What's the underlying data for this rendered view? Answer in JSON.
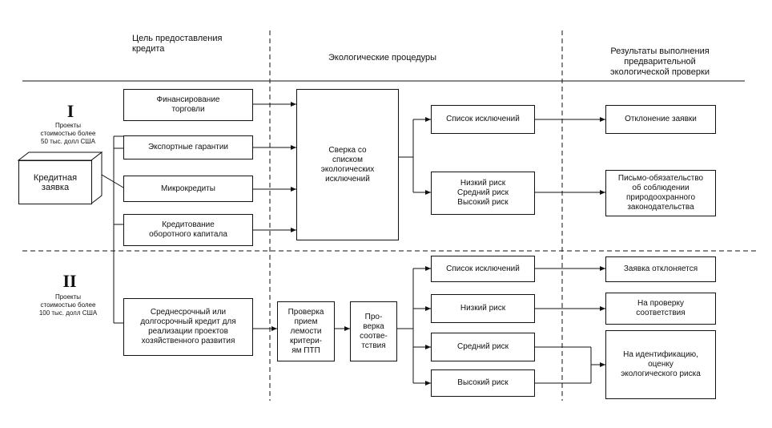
{
  "headers": {
    "col1": "Цель предоставления\nкредита",
    "col2": "Экологические процедуры",
    "col3": "Результаты выполнения\nпредварительной\nэкологической проверки"
  },
  "sections": {
    "I": {
      "numeral": "I",
      "note": "Проекты\nстоимостью более\n50 тыс. долл США"
    },
    "II": {
      "numeral": "II",
      "note": "Проекты\nстоимостью более\n100 тыс. долл США"
    }
  },
  "credit_request": "Кредитная\nзаявка",
  "purposes": {
    "trade": "Финансирование\nторговли",
    "export": "Экспортные гарантии",
    "micro": "Микрокредиты",
    "working_capital": "Кредитование\nоборотного капитала",
    "long_term": "Среднесрочный или\nдолгосрочный кредит для\nреализации проектов\nхозяйственного развития"
  },
  "procedures": {
    "exclusion_check": "Сверка со\nсписком\nэкологических\nисключений",
    "criteria_check": "Проверка\nприем\nлемости\nкритери-\nям ПТП",
    "compliance_check": "Про-\nверка\nсоотве-\nтствия"
  },
  "categories": {
    "I_exclusion": "Список исключений",
    "I_risks": "Низкий риск\nСредний риск\nВысокий риск",
    "II_exclusion": "Список исключений",
    "II_low": "Низкий риск",
    "II_medium": "Средний риск",
    "II_high": "Высокий риск"
  },
  "results": {
    "I_reject": "Отклонение заявки",
    "I_commitment": "Письмо-обязательство\nоб соблюдении\nприродоохранного\nзаконодательства",
    "II_reject": "Заявка отклоняется",
    "II_compliance": "На проверку\nсоответствия",
    "II_identification": "На идентификацию,\nоценку\nэкологического риска"
  }
}
